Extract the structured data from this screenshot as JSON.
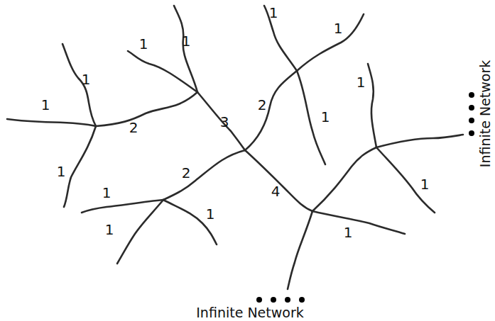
{
  "diagram": {
    "labels": [
      "1",
      "1",
      "1",
      "1",
      "1",
      "1",
      "1",
      "2",
      "3",
      "2",
      "1",
      "1",
      "2",
      "1",
      "4",
      "1",
      "1",
      "1",
      "1",
      "Infinite Network",
      "Infinite Network"
    ]
  }
}
